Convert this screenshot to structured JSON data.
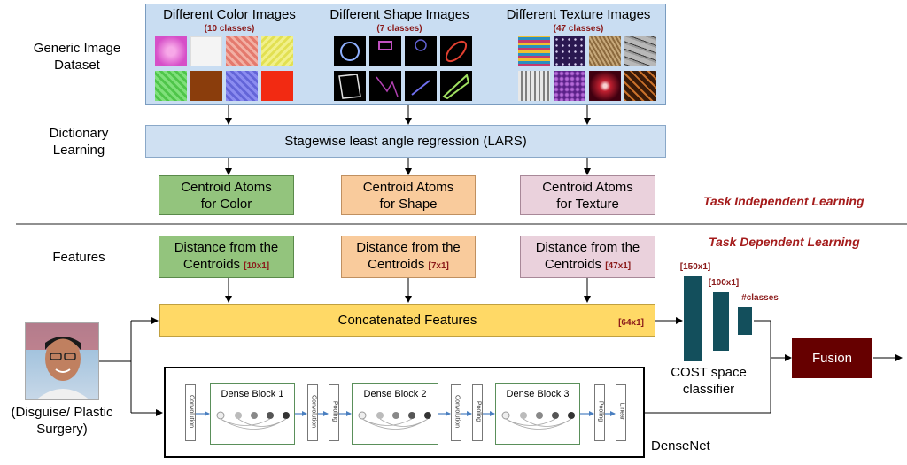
{
  "left_labels": {
    "dataset": "Generic Image Dataset",
    "dictionary": "Dictionary Learning",
    "features": "Features",
    "input_caption": "(Disguise/ Plastic Surgery)"
  },
  "dataset_groups": [
    {
      "title": "Different Color Images",
      "classes": "(10 classes)"
    },
    {
      "title": "Different Shape Images",
      "classes": "(7 classes)"
    },
    {
      "title": "Different Texture Images",
      "classes": "(47 classes)"
    }
  ],
  "lars": "Stagewise least angle regression (LARS)",
  "atoms": [
    {
      "line1": "Centroid Atoms",
      "line2": "for Color"
    },
    {
      "line1": "Centroid Atoms",
      "line2": "for Shape"
    },
    {
      "line1": "Centroid Atoms",
      "line2": "for Texture"
    }
  ],
  "distances": [
    {
      "line1": "Distance from the",
      "line2": "Centroids",
      "dim": "[10x1]"
    },
    {
      "line1": "Distance from the",
      "line2": "Centroids",
      "dim": "[7x1]"
    },
    {
      "line1": "Distance from the",
      "line2": "Centroids",
      "dim": "[47x1]"
    }
  ],
  "task_independent": "Task Independent Learning",
  "task_dependent": "Task Dependent Learning",
  "concat": {
    "label": "Concatenated Features",
    "dim": "[64x1]"
  },
  "classifier": {
    "dim1": "[150x1]",
    "dim2": "[100x1]",
    "dim3": "#classes",
    "label_line1": "COST space",
    "label_line2": "classifier"
  },
  "fusion": "Fusion",
  "densenet": {
    "label": "DenseNet",
    "blocks": [
      "Dense Block 1",
      "Dense Block 2",
      "Dense Block 3"
    ],
    "layers": [
      "Convolution",
      "Convolution",
      "Pooling",
      "Convolution",
      "Pooling",
      "Pooling",
      "Linear"
    ]
  },
  "colors": {
    "dataset_bg": "#c9ddf2",
    "lars_bg": "#cfe0f2",
    "color_atom": "#93c47d",
    "shape_atom": "#f9cb9c",
    "texture_atom": "#ead1dc",
    "concat_bg": "#ffd966",
    "classifier": "#134f5c",
    "fusion": "#660000",
    "task_text": "#a51c1c"
  }
}
